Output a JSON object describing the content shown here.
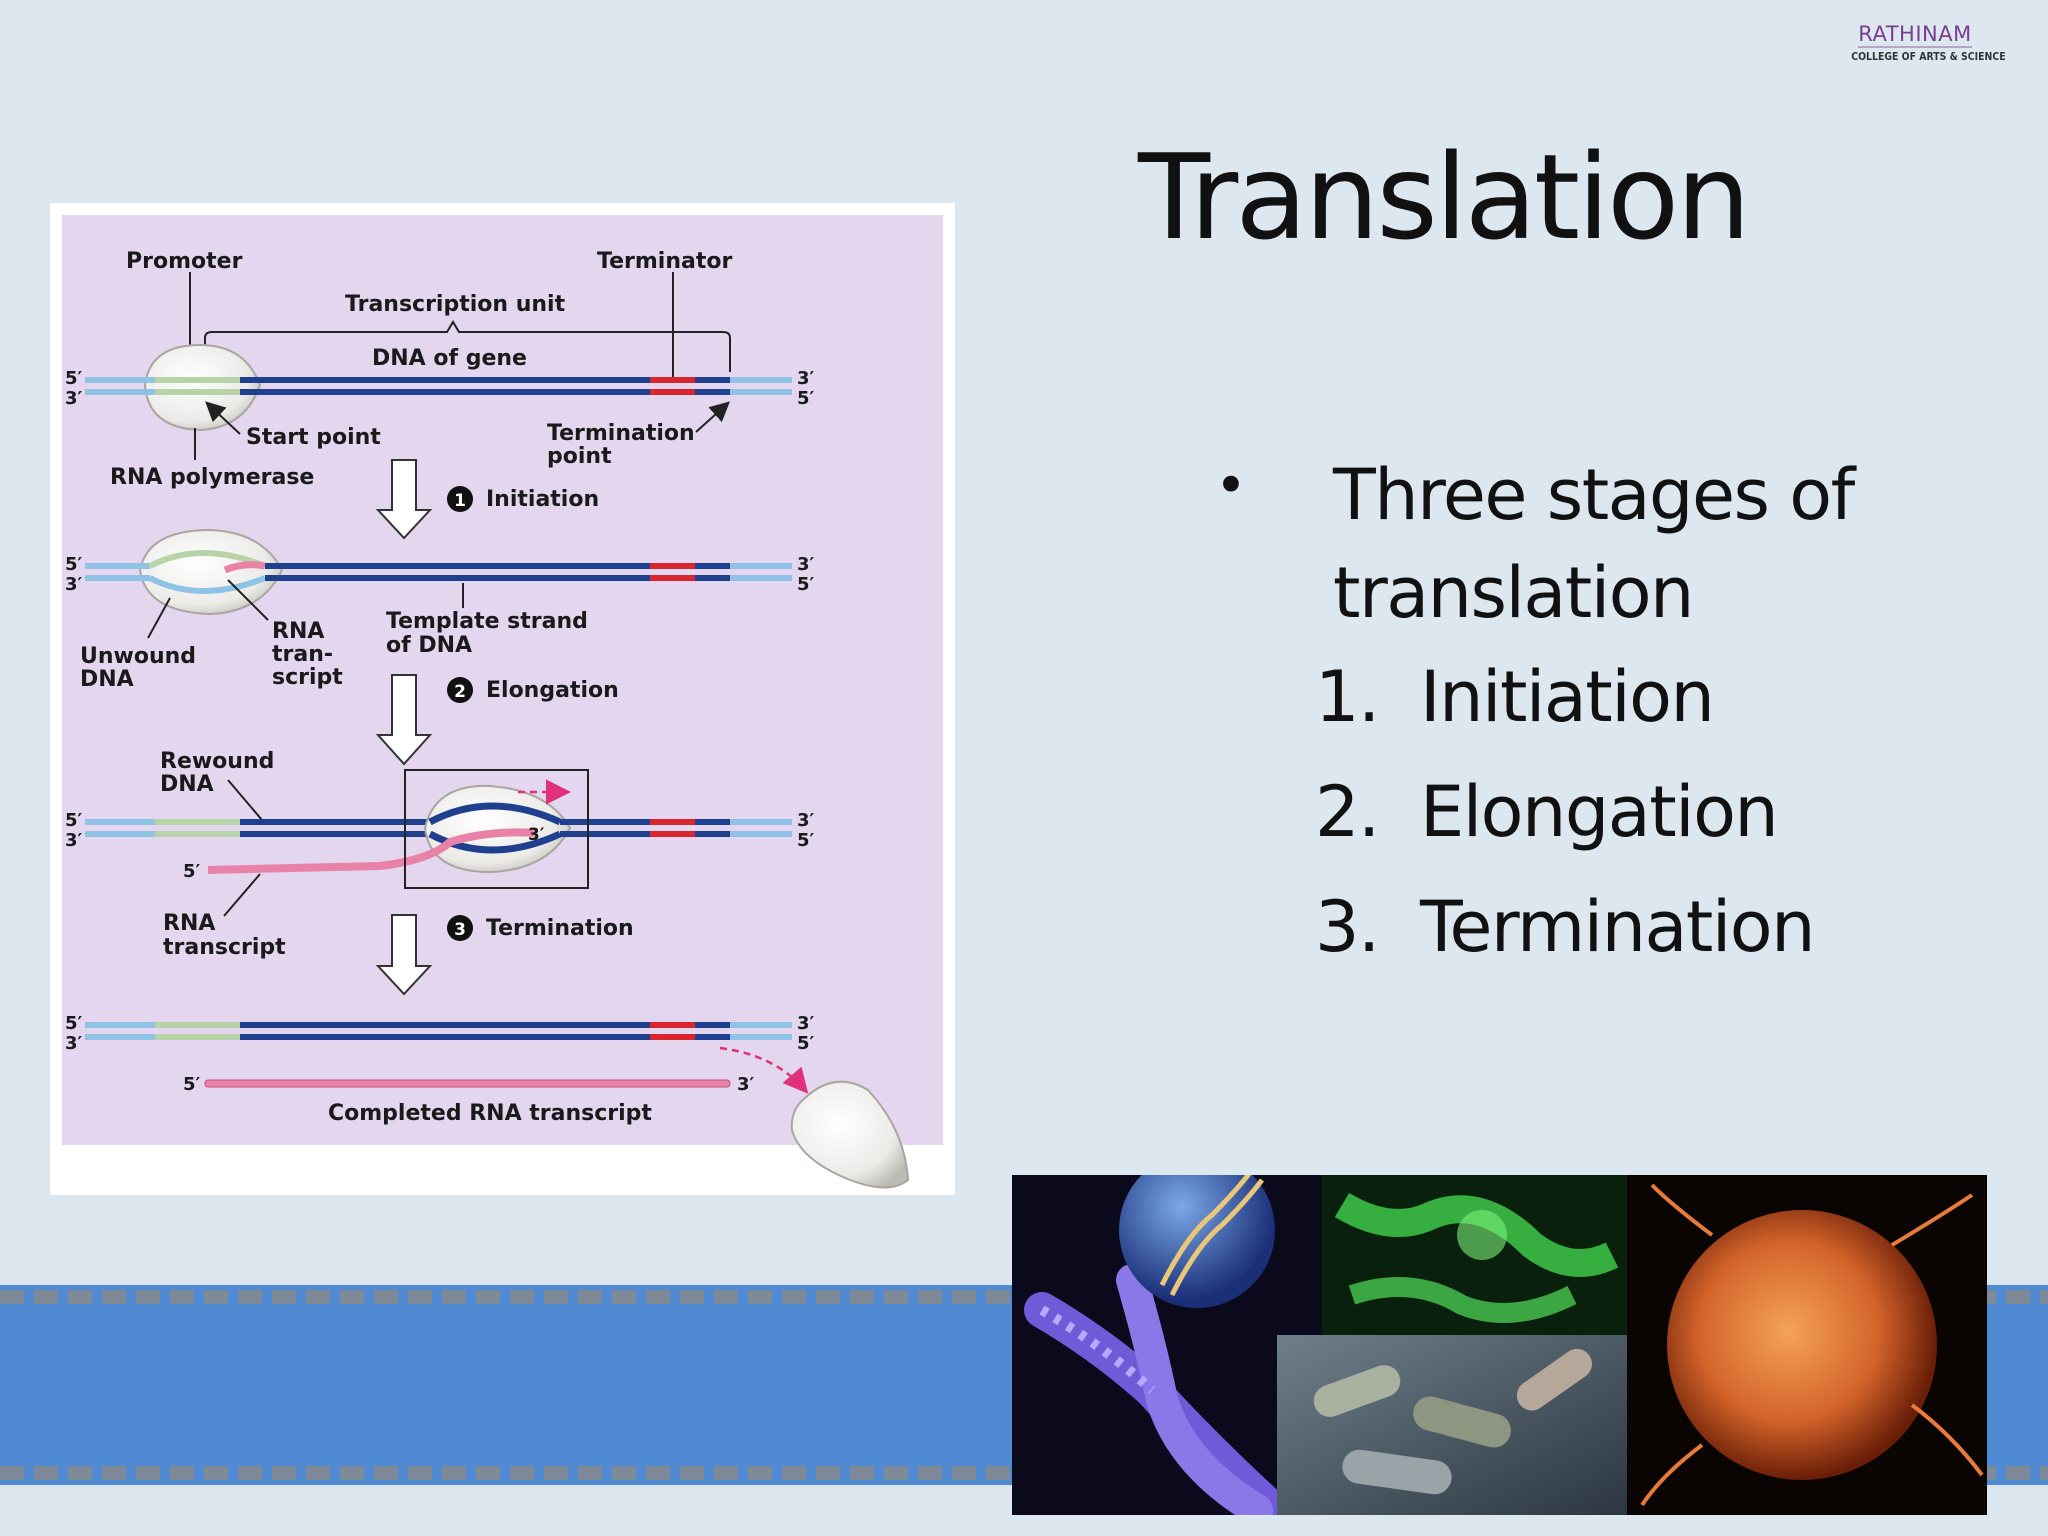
{
  "logo": {
    "name": "RATHINAM",
    "sub": "COLLEGE OF ARTS & SCIENCE"
  },
  "slide": {
    "title": "Translation",
    "bullet": "Three stages of translation",
    "stages": [
      {
        "num": "1.",
        "label": "Initiation"
      },
      {
        "num": "2.",
        "label": "Elongation"
      },
      {
        "num": "3.",
        "label": "Termination"
      }
    ]
  },
  "diagram": {
    "promoter": "Promoter",
    "terminator": "Terminator",
    "transcription_unit": "Transcription unit",
    "dna_of_gene": "DNA of gene",
    "start_point": "Start point",
    "termination_point_1": "Termination",
    "termination_point_2": "point",
    "rna_polymerase": "RNA polymerase",
    "step1": "Initiation",
    "step2": "Elongation",
    "step3": "Termination",
    "step1_num": "1",
    "step2_num": "2",
    "step3_num": "3",
    "unwound_1": "Unwound",
    "unwound_2": "DNA",
    "rna_tran_1": "RNA",
    "rna_tran_2": "tran-",
    "rna_tran_3": "script",
    "template_1": "Template strand",
    "template_2": "of DNA",
    "rewound_1": "Rewound",
    "rewound_2": "DNA",
    "rna_transcript_1": "RNA",
    "rna_transcript_2": "transcript",
    "completed": "Completed RNA transcript",
    "five_prime": "5′",
    "three_prime": "3′"
  },
  "colors": {
    "background": "#dde7f0",
    "dna_dark": "#1f3f8f",
    "dna_light": "#8fc3e6",
    "promoter": "#b9d3a8",
    "terminator": "#d8262e",
    "rna": "#e882a8",
    "band": "#4f8ad2"
  },
  "photo": {
    "panels": [
      "dna-helix",
      "chromosome",
      "green-cells",
      "bacteria",
      "orange-cell"
    ]
  }
}
